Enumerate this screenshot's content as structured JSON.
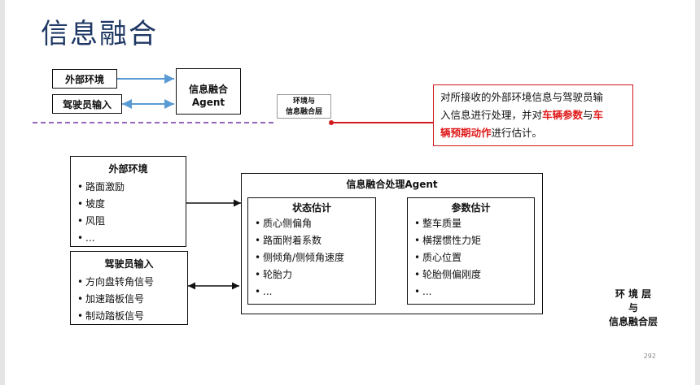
{
  "title": "信息融合",
  "top": {
    "external_env": "外部环境",
    "driver_input": "驾驶员输入",
    "agent_line1": "信息融合",
    "agent_line2": "Agent",
    "layer_line1": "环境与",
    "layer_line2": "信息融合层"
  },
  "note": {
    "line1": "对所接收的外部环境信息与驾驶员输",
    "line2_pre": "入信息进行处理，并对",
    "line2_red1": "车辆参数",
    "line2_mid": "与",
    "line2_red2": "车",
    "line3_red": "辆预期动作",
    "line3_post": "进行估计。"
  },
  "external_box": {
    "title": "外部环境",
    "items": [
      "路面激励",
      "坡度",
      "风阻",
      "..."
    ]
  },
  "driver_box": {
    "title": "驾驶员输入",
    "items": [
      "方向盘转角信号",
      "加速踏板信号",
      "制动踏板信号"
    ]
  },
  "processing": {
    "title": "信息融合处理Agent",
    "state": {
      "title": "状态估计",
      "items": [
        "质心侧偏角",
        "路面附着系数",
        "侧倾角/侧倾角速度",
        "轮胎力",
        "..."
      ]
    },
    "param": {
      "title": "参数估计",
      "items": [
        "整车质量",
        "横摆惯性力矩",
        "质心位置",
        "轮胎侧偏刚度",
        "..."
      ]
    }
  },
  "side_label": {
    "line1": "环 境 层",
    "line2": "与",
    "line3": "信息融合层"
  },
  "page_number": "292",
  "colors": {
    "title": "#1f3864",
    "arrow_blue": "#5b9bd5",
    "dashed_purple": "#7030a0",
    "accent_red": "#d11a1a"
  }
}
